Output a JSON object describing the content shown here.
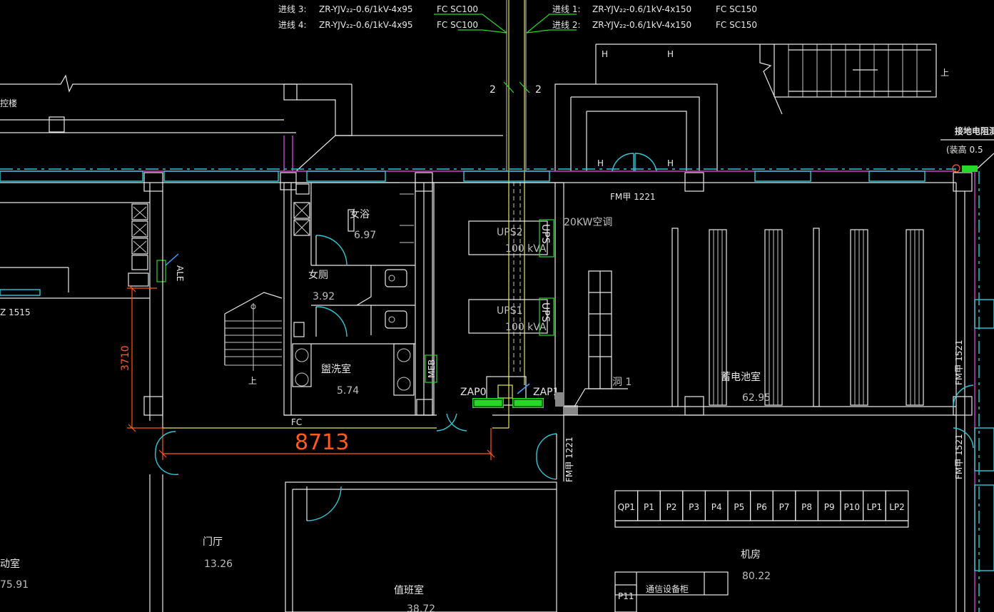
{
  "cables": {
    "c3": {
      "label": "进线 3:",
      "spec": "ZR-YJV₂₂-0.6/1kV-4x95",
      "conduit": "FC SC100"
    },
    "c4": {
      "label": "进线 4:",
      "spec": "ZR-YJV₂₂-0.6/1kV-4x95",
      "conduit": "FC SC100"
    },
    "c1": {
      "label": "进线 1:",
      "spec": "ZR-YJV₂₂-0.6/1kV-4x150",
      "conduit": "FC SC150"
    },
    "c2": {
      "label": "进线 2:",
      "spec": "ZR-YJV₂₂-0.6/1kV-4x150",
      "conduit": "FC SC150"
    }
  },
  "marks": {
    "left_num": "2",
    "right_num": "2",
    "up_right": "上",
    "up_stair": "上"
  },
  "ground": {
    "line1": "接地电阻测试",
    "line2": "(装高 0.5"
  },
  "labels": {
    "control_building": "控楼",
    "z1515": "Z 1515",
    "ale": "ALE",
    "dim_vertical": "3710",
    "dim_horizontal": "8713",
    "fc": "FC",
    "meb": "MEB",
    "zap0": "ZAP0",
    "zap1": "ZAP1",
    "ups1_text": "UPS1",
    "ups1_kva": "100 kVA",
    "ups1_box": "UPS",
    "ups2_text": "UPS2",
    "ups2_kva": "100 kVA",
    "ups2_box": "UPS",
    "ac": "20KW空调",
    "door_top": "FM甲 1221",
    "door_mid": "FM甲 1221",
    "door_right1": "FM甲 1521",
    "door_right2": "FM甲 1521",
    "hole": "洞 1",
    "h_marks": [
      "H",
      "H",
      "H",
      "H"
    ]
  },
  "rooms": {
    "female_bath": {
      "name": "女浴",
      "area": "6.97"
    },
    "female_toilet": {
      "name": "女厕",
      "area": "3.92"
    },
    "wash_room": {
      "name": "盥洗室",
      "area": "5.74"
    },
    "battery_room": {
      "name": "蓄电池室",
      "area": "62.95"
    },
    "hall": {
      "name": "门厅",
      "area": "13.26"
    },
    "activity_room": {
      "name": "动室",
      "area": "75.91"
    },
    "duty_room": {
      "name": "值班室",
      "area": "38.72"
    },
    "machine_room": {
      "name": "机房",
      "area": "80.22"
    }
  },
  "panels": [
    "QP1",
    "P1",
    "P2",
    "P3",
    "P4",
    "P5",
    "P6",
    "P7",
    "P8",
    "P9",
    "P10",
    "LP1",
    "LP2"
  ],
  "comm_cabinet": {
    "id": "P11",
    "name": "通信设备柜"
  },
  "colors": {
    "wall": "#e8e8e8",
    "window": "#30c8d8",
    "cable": "#e6e65a",
    "dimension": "#ff5a1f",
    "panel": "#28d828",
    "ground_line": "#d040e0"
  }
}
